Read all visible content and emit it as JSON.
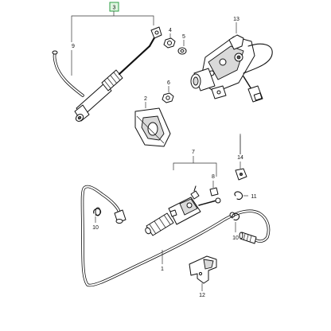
{
  "diagram": {
    "callouts": {
      "c3": "3",
      "c9": "9",
      "c4": "4",
      "c5": "5",
      "c13": "13",
      "c2": "2",
      "c6": "6",
      "c7": "7",
      "c14": "14",
      "c8": "8",
      "c11": "11",
      "c10a": "10",
      "c10b": "10",
      "c1": "1",
      "c12": "12"
    },
    "colors": {
      "highlight_box_fill": "#dff5e0",
      "highlight_box_stroke": "#2e9e44",
      "line": "#111111"
    }
  }
}
